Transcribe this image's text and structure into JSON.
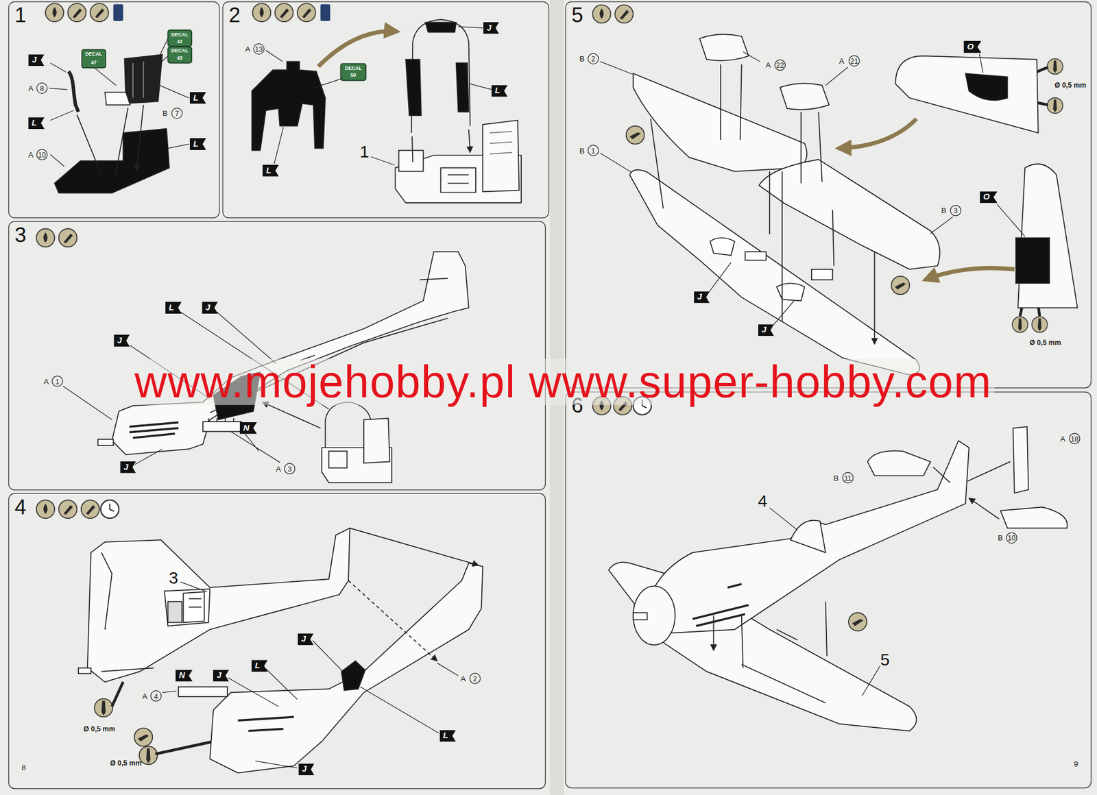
{
  "diagram": {
    "nodes": [
      {
        "text": [
          "1"
        ]
      },
      {
        "text": [
          "2"
        ]
      },
      {
        "text": [
          "3"
        ]
      },
      {
        "text": [
          "4"
        ]
      },
      {
        "text": [
          "5"
        ]
      },
      {
        "text": [
          "6"
        ]
      }
    ],
    "labels": [
      "J",
      "A",
      "8",
      "L",
      "A",
      "10",
      "DECAL",
      "47",
      "DECAL",
      "42",
      "DECAL",
      "43",
      "L",
      "B",
      "7",
      "L",
      "A",
      "13",
      "DECAL",
      "50",
      "L",
      "J",
      "L",
      "1",
      "L",
      "J",
      "J",
      "A",
      "1",
      "N",
      "A",
      "3",
      "J",
      "3",
      "J",
      "L",
      "A",
      "4",
      "N",
      "J",
      "Ø 0,5 mm",
      "Ø 0,5 mm",
      "J",
      "L",
      "A",
      "2",
      "B",
      "2",
      "A",
      "22",
      "A",
      "21",
      "O",
      "Ø 0,5 mm",
      "B",
      "1",
      "B",
      "3",
      "O",
      "Ø 0,5 mm",
      "J",
      "J",
      "4",
      "5",
      "B",
      "11",
      "A",
      "18",
      "B",
      "10",
      "www.mojehobby.pl www.super-hobby.com",
      "8",
      "9"
    ]
  }
}
